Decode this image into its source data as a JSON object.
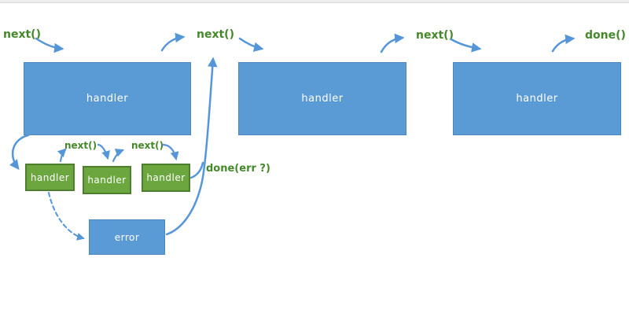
{
  "page": {
    "background": "#ffffff",
    "top_bar_color": "#ededed"
  },
  "colors": {
    "blue_box_fill": "#5B9BD5",
    "blue_box_border": "#4E87C0",
    "green_box_fill": "#6BA63E",
    "green_box_border": "#4F7E2E",
    "arrow_blue": "#5596D8",
    "label_green": "#45882A",
    "box_text": "#FFFFFF"
  },
  "diagram": {
    "top_row": {
      "label_next_1": "next()",
      "label_next_2": "next()",
      "label_next_3": "next()",
      "label_done": "done()",
      "handlers": [
        {
          "label": "handler"
        },
        {
          "label": "handler"
        },
        {
          "label": "handler"
        }
      ]
    },
    "middleware_row": {
      "label_next_a": "next()",
      "label_next_b": "next()",
      "label_done_err": "done(err ?)",
      "handlers": [
        {
          "label": "handler"
        },
        {
          "label": "handler"
        },
        {
          "label": "handler"
        }
      ]
    },
    "error_box": {
      "label": "error"
    },
    "icons": [
      "curved-arrow-icon",
      "dashed-arrow-icon",
      "up-arrow-icon"
    ]
  }
}
